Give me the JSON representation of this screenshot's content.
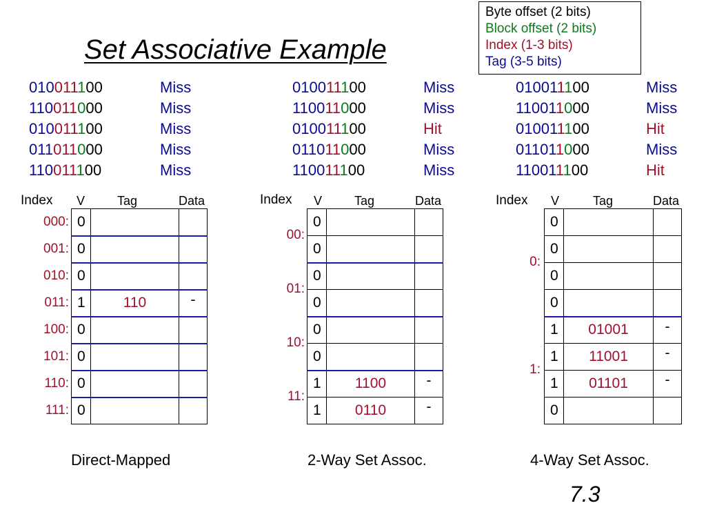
{
  "title": "Set Associative Example",
  "legend": {
    "byte_offset": "Byte offset (2 bits)",
    "block_offset": "Block offset (2 bits)",
    "index": "Index (1-3 bits)",
    "tag": "Tag (3-5 bits)"
  },
  "colors": {
    "tag": "#0b0b8f",
    "index": "#a0102a",
    "block_offset": "#0c7a1c",
    "byte_offset": "#000000",
    "result_miss": "#0b0b8f",
    "result_hit": "#a0102a",
    "separator": "#1a1aa0"
  },
  "headers": {
    "index": "Index",
    "v": "V",
    "tag": "Tag",
    "data": "Data"
  },
  "panels": [
    {
      "caption": "Direct-Mapped",
      "accesses": [
        {
          "tag": "010",
          "index": "011",
          "block": "1",
          "byte": "00",
          "result": "Miss",
          "hit": false
        },
        {
          "tag": "110",
          "index": "011",
          "block": "0",
          "byte": "00",
          "result": "Miss",
          "hit": false
        },
        {
          "tag": "010",
          "index": "011",
          "block": "1",
          "byte": "00",
          "result": "Miss",
          "hit": false
        },
        {
          "tag": "011",
          "index": "011",
          "block": "0",
          "byte": "00",
          "result": "Miss",
          "hit": false
        },
        {
          "tag": "110",
          "index": "011",
          "block": "1",
          "byte": "00",
          "result": "Miss",
          "hit": false
        }
      ],
      "set_labels": [
        "000:",
        "001:",
        "010:",
        "011:",
        "100:",
        "101:",
        "110:",
        "111:"
      ],
      "rows": [
        {
          "v": "0",
          "tag": "",
          "data": ""
        },
        {
          "v": "0",
          "tag": "",
          "data": ""
        },
        {
          "v": "0",
          "tag": "",
          "data": ""
        },
        {
          "v": "1",
          "tag": "110",
          "data": "-"
        },
        {
          "v": "0",
          "tag": "",
          "data": ""
        },
        {
          "v": "0",
          "tag": "",
          "data": ""
        },
        {
          "v": "0",
          "tag": "",
          "data": ""
        },
        {
          "v": "0",
          "tag": "",
          "data": ""
        }
      ]
    },
    {
      "caption": "2-Way Set Assoc.",
      "accesses": [
        {
          "tag": "0100",
          "index": "11",
          "block": "1",
          "byte": "00",
          "result": "Miss",
          "hit": false
        },
        {
          "tag": "1100",
          "index": "11",
          "block": "0",
          "byte": "00",
          "result": "Miss",
          "hit": false
        },
        {
          "tag": "0100",
          "index": "11",
          "block": "1",
          "byte": "00",
          "result": "Hit",
          "hit": true
        },
        {
          "tag": "0110",
          "index": "11",
          "block": "0",
          "byte": "00",
          "result": "Miss",
          "hit": false
        },
        {
          "tag": "1100",
          "index": "11",
          "block": "1",
          "byte": "00",
          "result": "Miss",
          "hit": false
        }
      ],
      "set_labels": [
        "00:",
        "01:",
        "10:",
        "11:"
      ],
      "rows": [
        {
          "v": "0",
          "tag": "",
          "data": ""
        },
        {
          "v": "0",
          "tag": "",
          "data": ""
        },
        {
          "v": "0",
          "tag": "",
          "data": ""
        },
        {
          "v": "0",
          "tag": "",
          "data": ""
        },
        {
          "v": "0",
          "tag": "",
          "data": ""
        },
        {
          "v": "0",
          "tag": "",
          "data": ""
        },
        {
          "v": "1",
          "tag": "1100",
          "data": "-"
        },
        {
          "v": "1",
          "tag": "0110",
          "data": "-"
        }
      ]
    },
    {
      "caption": "4-Way Set Assoc.",
      "accesses": [
        {
          "tag": "01001",
          "index": "1",
          "block": "1",
          "byte": "00",
          "result": "Miss",
          "hit": false
        },
        {
          "tag": "11001",
          "index": "1",
          "block": "0",
          "byte": "00",
          "result": "Miss",
          "hit": false
        },
        {
          "tag": "01001",
          "index": "1",
          "block": "1",
          "byte": "00",
          "result": "Hit",
          "hit": true
        },
        {
          "tag": "01101",
          "index": "1",
          "block": "0",
          "byte": "00",
          "result": "Miss",
          "hit": false
        },
        {
          "tag": "11001",
          "index": "1",
          "block": "1",
          "byte": "00",
          "result": "Hit",
          "hit": true
        }
      ],
      "set_labels": [
        "0:",
        "1:"
      ],
      "rows": [
        {
          "v": "0",
          "tag": "",
          "data": ""
        },
        {
          "v": "0",
          "tag": "",
          "data": ""
        },
        {
          "v": "0",
          "tag": "",
          "data": ""
        },
        {
          "v": "0",
          "tag": "",
          "data": ""
        },
        {
          "v": "1",
          "tag": "01001",
          "data": "-"
        },
        {
          "v": "1",
          "tag": "11001",
          "data": "-"
        },
        {
          "v": "1",
          "tag": "01101",
          "data": "-"
        },
        {
          "v": "0",
          "tag": "",
          "data": ""
        }
      ]
    }
  ],
  "page_number": "7.3"
}
